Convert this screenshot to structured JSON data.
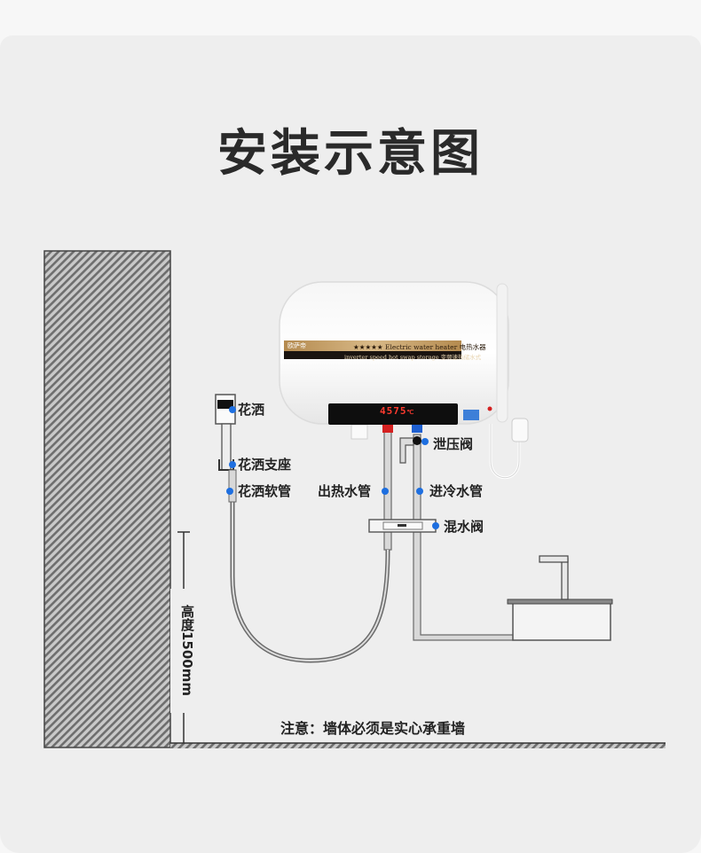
{
  "title": "安装示意图",
  "heater": {
    "brand": "欧萨帝",
    "band_line1": "★★★★★ Electric water heater 电热水器",
    "band_line2": "inverter speed hot swap storage 变频速热储水式",
    "display_value": "4575",
    "display_unit": "℃"
  },
  "labels": {
    "shower_head": "花洒",
    "shower_bracket": "花洒支座",
    "shower_hose": "花洒软管",
    "hot_outlet_pipe": "出热水管",
    "pressure_relief_valve": "泄压阀",
    "cold_inlet_pipe": "进冷水管",
    "mixing_valve": "混水阀"
  },
  "dimension": {
    "height_label": "高度1500mm"
  },
  "note": "注意：墙体必须是实心承重墙",
  "colors": {
    "background": "#eeeeee",
    "label_dot": "#1e6fe0",
    "hot_valve": "#d42020",
    "cold_valve": "#1e5fd0",
    "display_digits": "#ff3b2f",
    "wall_hatch": "#7a7a7a"
  }
}
